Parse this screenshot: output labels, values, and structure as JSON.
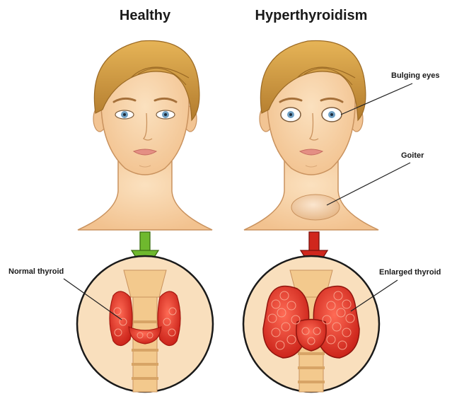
{
  "titles": {
    "left": "Healthy",
    "right": "Hyperthyroidism"
  },
  "callouts": {
    "bulging_eyes": "Bulging eyes",
    "goiter": "Goiter",
    "normal_thyroid": "Normal thyroid",
    "enlarged_thyroid": "Enlarged thyroid"
  },
  "colors": {
    "skin": "#f7d3a8",
    "skin_outline": "#c9925e",
    "hair": "#d8a34a",
    "hair_dark": "#a8742a",
    "eyes": "#6f9fc2",
    "lips": "#e48f84",
    "circle_bg": "#f9dfbd",
    "thyroid": "#e8362a",
    "thyroid_light": "#f7a08a",
    "trachea": "#f3c98d",
    "arrow_healthy": "#6fb82e",
    "arrow_hyper": "#d0271d"
  }
}
